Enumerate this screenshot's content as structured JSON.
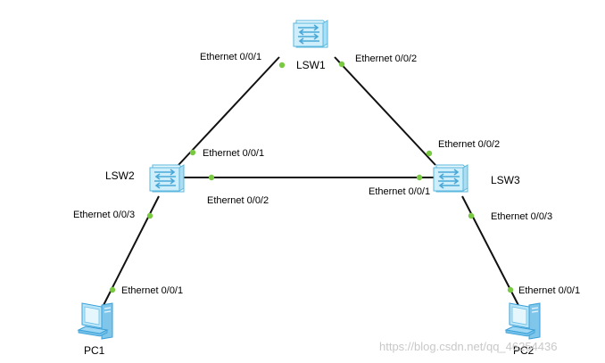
{
  "colors": {
    "link": "#111111",
    "port_dot": "#7ac943",
    "switch_body": "#cfeefb",
    "switch_edge": "#5bb7de",
    "pc_body": "#9fd8f5",
    "pc_edge": "#3a9fd6"
  },
  "devices": {
    "lsw1": {
      "label": "LSW1",
      "icon": "switch-icon"
    },
    "lsw2": {
      "label": "LSW2",
      "icon": "switch-icon"
    },
    "lsw3": {
      "label": "LSW3",
      "icon": "switch-icon"
    },
    "pc1": {
      "label": "PC1",
      "icon": "pc-icon"
    },
    "pc2": {
      "label": "PC2",
      "icon": "pc-icon"
    }
  },
  "links": {
    "lsw1_lsw2": {
      "port_a": "Ethernet 0/0/1",
      "port_b": "Ethernet 0/0/1"
    },
    "lsw1_lsw3": {
      "port_a": "Ethernet 0/0/2",
      "port_b": "Ethernet 0/0/2"
    },
    "lsw2_lsw3": {
      "port_a": "Ethernet 0/0/2",
      "port_b": "Ethernet 0/0/1"
    },
    "lsw2_pc1": {
      "port_a": "Ethernet 0/0/3",
      "port_b": "Ethernet 0/0/1"
    },
    "lsw3_pc2": {
      "port_a": "Ethernet 0/0/3",
      "port_b": "Ethernet 0/0/1"
    }
  },
  "watermark": "https://blog.csdn.net/qq_46254436"
}
